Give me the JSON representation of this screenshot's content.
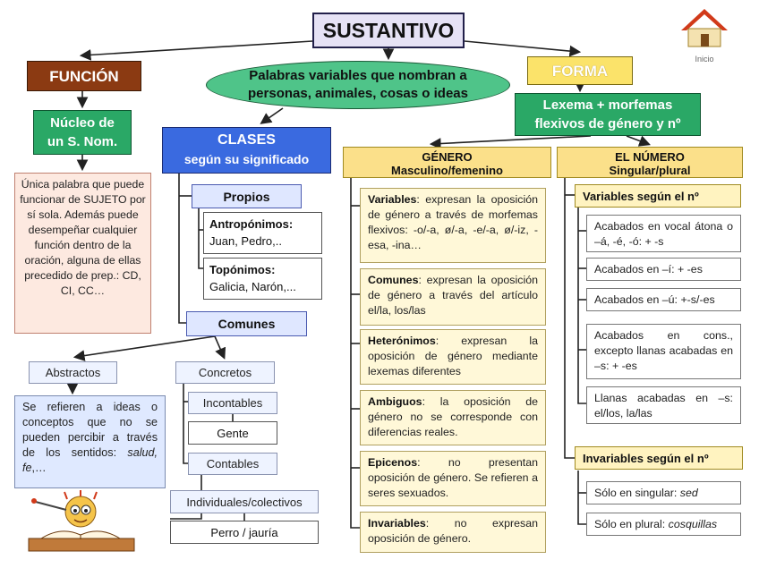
{
  "title": "SUSTANTIVO",
  "funcion": {
    "label": "FUNCIÓN",
    "nucleo": [
      "Núcleo de",
      "un S. Nom."
    ],
    "desc": "Única palabra que puede funcionar de SUJETO por sí sola. Además puede desempeñar cualquier función dentro de la oración, alguna de ellas precedido de prep.: CD, CI, CC…"
  },
  "definicion": [
    "Palabras variables que nombran a",
    "personas, animales, cosas o  ideas"
  ],
  "forma": {
    "label": "FORMA",
    "lexema": [
      "Lexema + morfemas",
      "flexivos de género y nº"
    ]
  },
  "clases": {
    "title": "CLASES",
    "subtitle": "según su significado",
    "propios": {
      "label": "Propios",
      "antroponimos": {
        "title": "Antropónimos:",
        "examples": "Juan, Pedro,.."
      },
      "toponimos": {
        "title": "Topónimos:",
        "examples": "Galicia, Narón,..."
      }
    },
    "comunes": {
      "label": "Comunes",
      "abstractos": {
        "label": "Abstractos",
        "desc_pre": "Se refieren a ideas o conceptos que no se pueden percibir a través de los sentidos: ",
        "desc_ex": "salud, fe",
        "desc_post": ",…"
      },
      "concretos": {
        "label": "Concretos",
        "incontables": "Incontables",
        "gente": "Gente",
        "contables": "Contables",
        "individuales": "Individuales/colectivos",
        "perro": "Perro / jauría"
      }
    }
  },
  "genero": {
    "title": "GÉNERO",
    "subtitle": "Masculino/femenino",
    "items": [
      {
        "name": "Variables",
        "text": ": expresan la oposición de género a través de morfemas flexivos: -o/-a, ø/-a, -e/-a, ø/-iz, -esa, -ina…"
      },
      {
        "name": "Comunes",
        "text": ": expresan la oposición de género a través del artículo el/la, los/las"
      },
      {
        "name": "Heterónimos",
        "text": ": expresan la oposición de género mediante lexemas diferentes"
      },
      {
        "name": "Ambiguos",
        "text": ": la oposición de género no se corresponde con diferencias reales."
      },
      {
        "name": "Epicenos",
        "text": ": no presentan oposición de género. Se refieren a seres sexuados."
      },
      {
        "name": "Invariables",
        "text": ": no expresan oposición de género."
      }
    ]
  },
  "numero": {
    "title": "EL NÚMERO",
    "subtitle": "Singular/plural",
    "variables": {
      "label": "Variables según el nº",
      "items": [
        "Acabados en vocal átona o –á, -é, -ó: + -s",
        "Acabados en –í: + -es",
        "Acabados en –ú: +-s/-es",
        "Acabados en cons., excepto llanas acabadas en –s: + -es",
        "Llanas acabadas en –s: el/los, la/las"
      ]
    },
    "invariables": {
      "label": "Invariables según el nº",
      "singular_pre": "Sólo en singular: ",
      "singular_ex": "sed",
      "plural_pre": "Sólo en plural: ",
      "plural_ex": "cosquillas"
    }
  },
  "inicio_label": "Inicio",
  "colors": {
    "funcion": "#8b3a12",
    "forma": "#fbe36a",
    "green": "#2aa866",
    "oval": "#4fc489",
    "clases": "#3a6ae0",
    "yellow": "#fbe08a"
  }
}
